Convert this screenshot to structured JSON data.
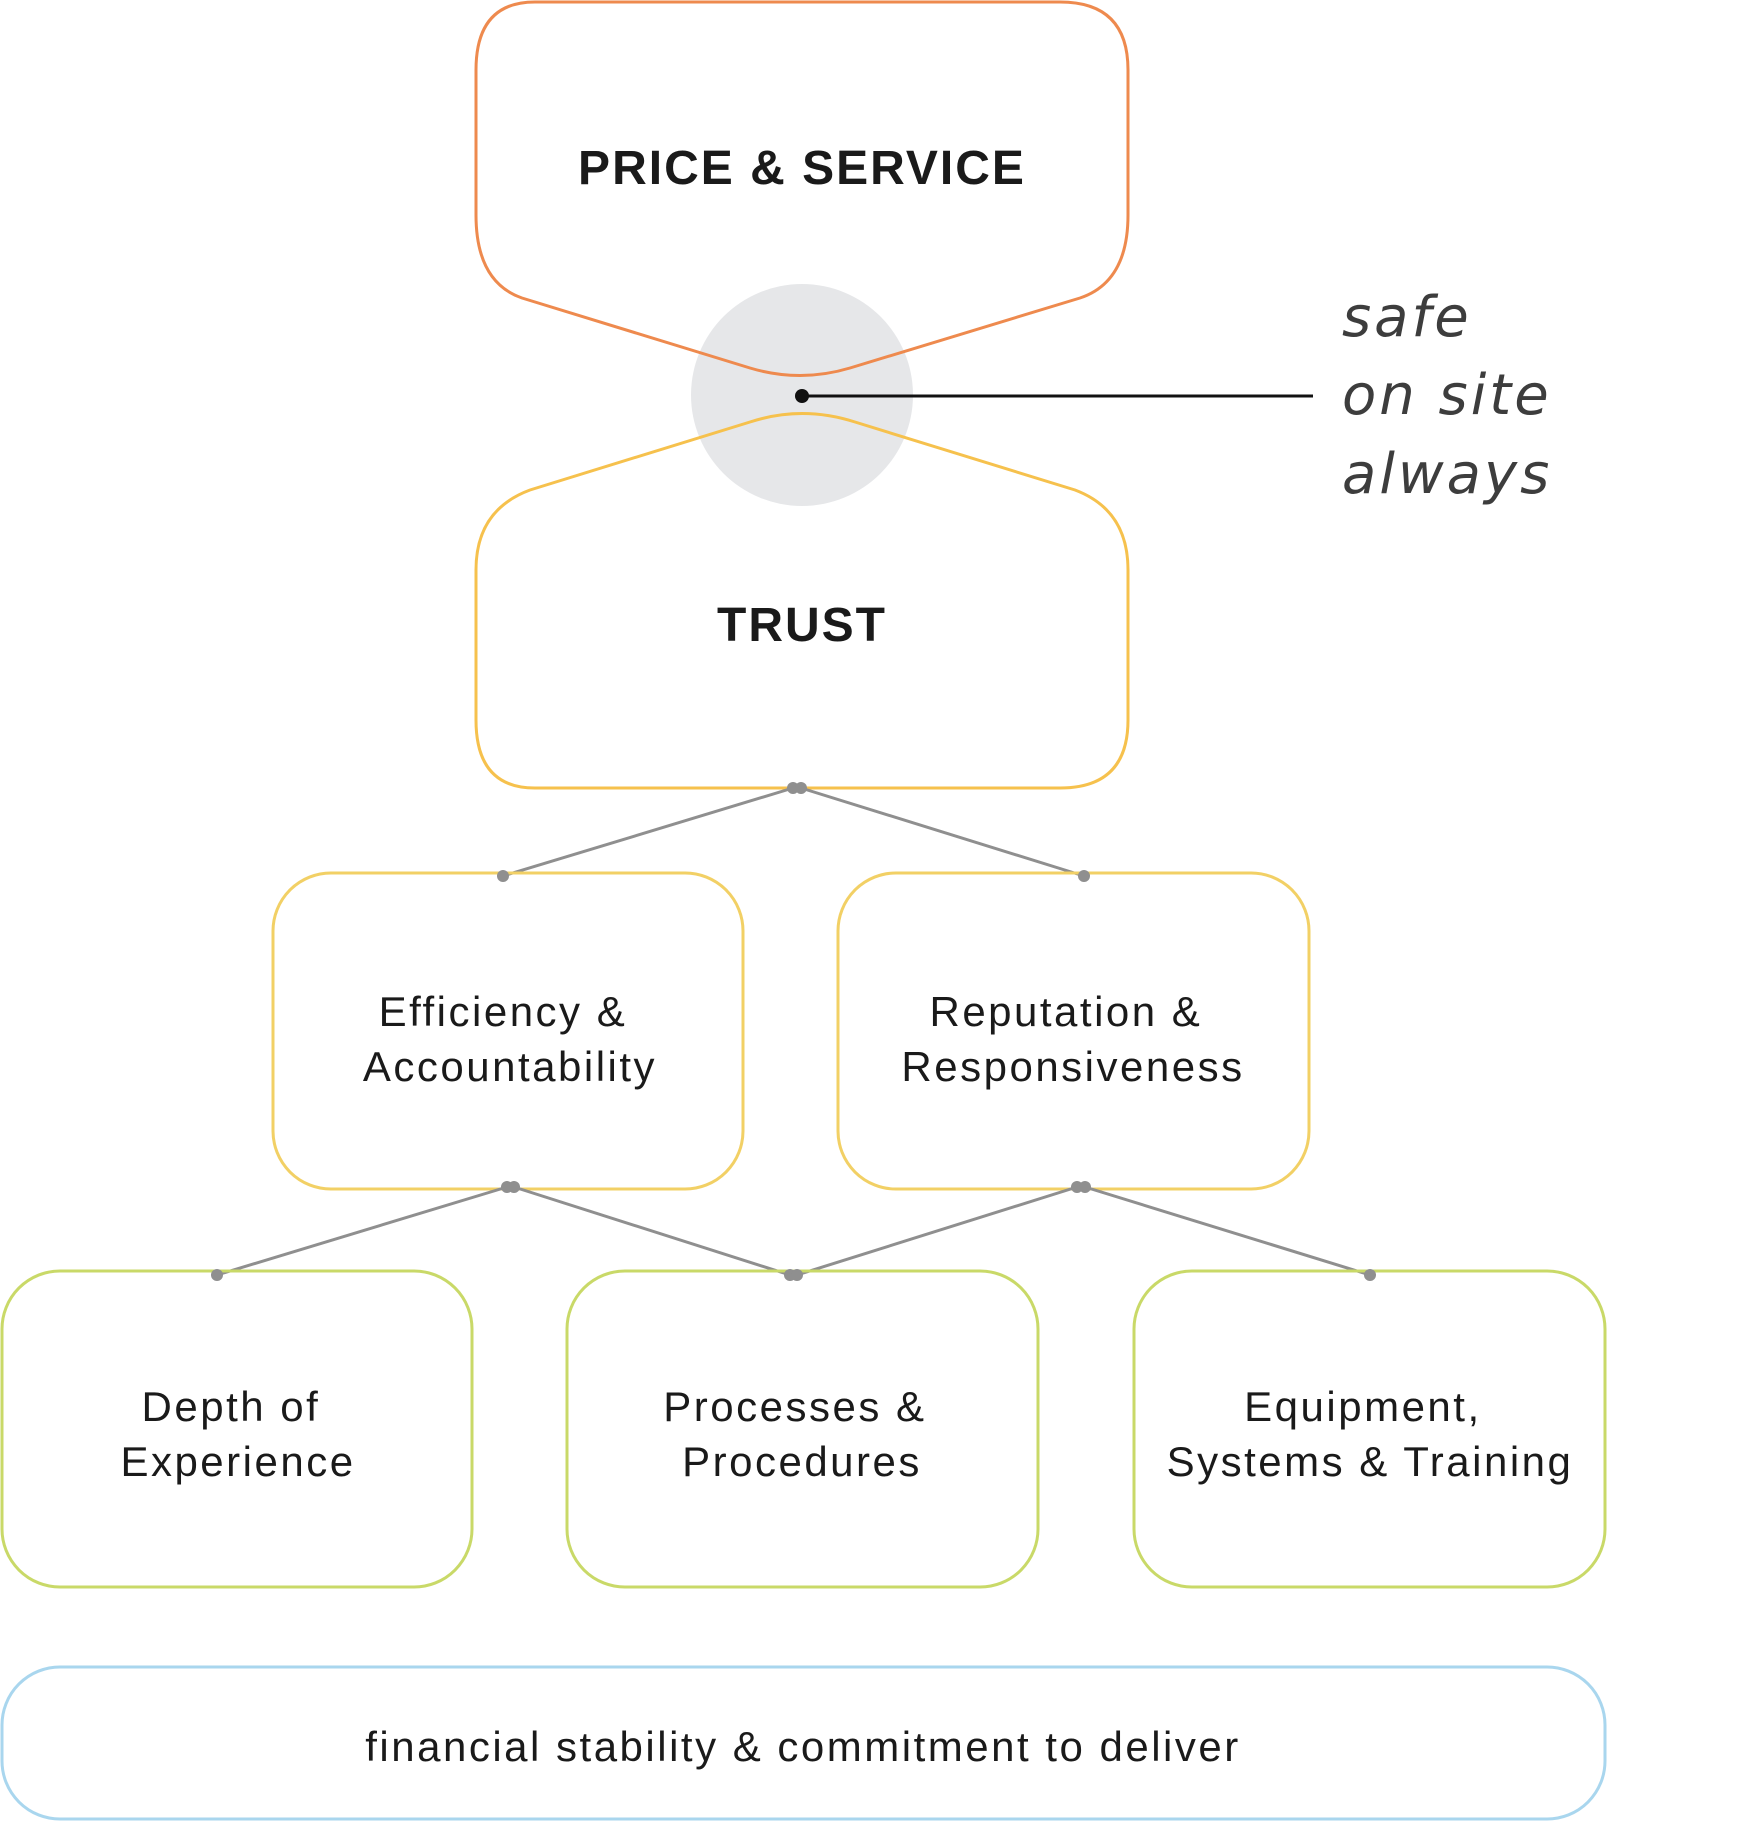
{
  "colors": {
    "top": "#ee8a4e",
    "trust": "#f6c14d",
    "middle": "#f2d065",
    "lower": "#c9d968",
    "base": "#a9d6ee",
    "connector": "#8f8f8f",
    "hub": "#e6e7e9",
    "pointer": "#111111",
    "note_text": "#3d3d3d"
  },
  "nodes": {
    "price_service": "PRICE & SERVICE",
    "trust": "TRUST",
    "efficiency": [
      "Efficiency &",
      "Accountability"
    ],
    "reputation": [
      "Reputation &",
      "Responsiveness"
    ],
    "depth": [
      "Depth of",
      "Experience"
    ],
    "processes": [
      "Processes &",
      "Procedures"
    ],
    "equipment": [
      "Equipment,",
      "Systems & Training"
    ],
    "foundation": "financial stability & commitment to deliver"
  },
  "callout": [
    "safe",
    "on site",
    "always"
  ]
}
